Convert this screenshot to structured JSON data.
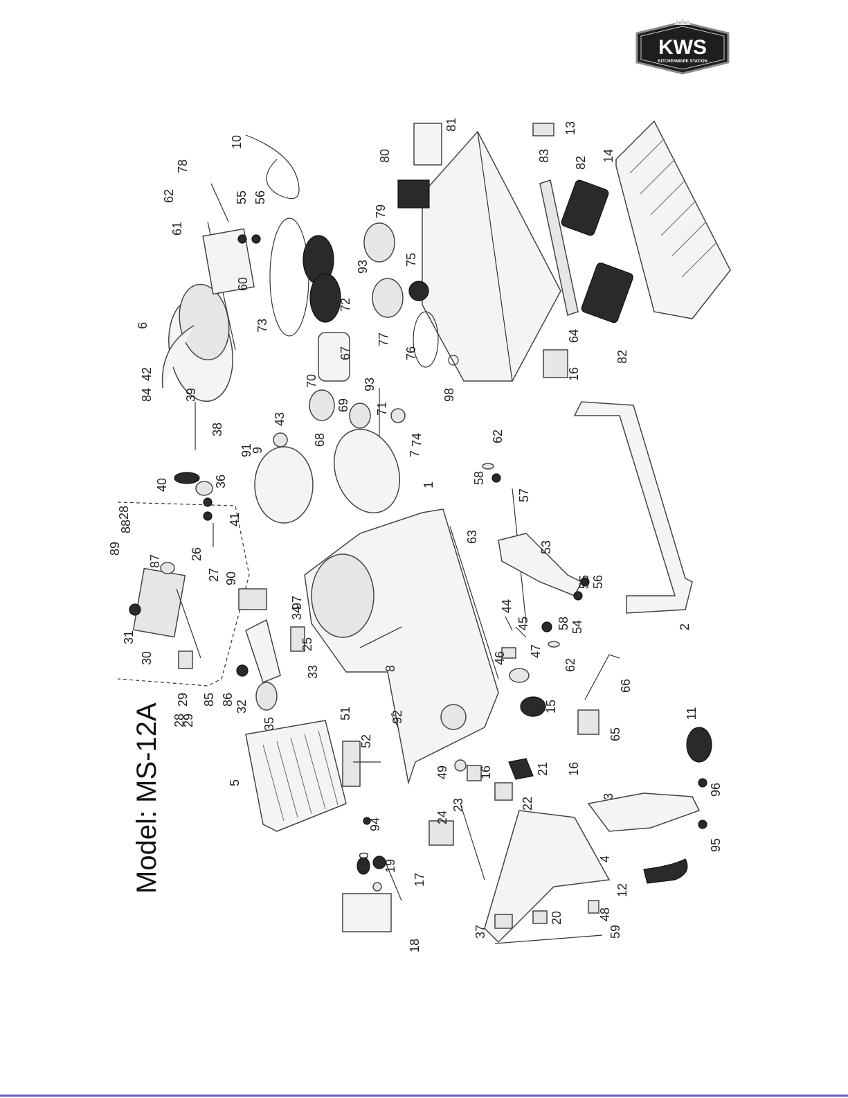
{
  "header": {
    "brand": "KWS",
    "brand_subtitle": "KITCHENWARE STATION",
    "model_title": "Model: MS-12A"
  },
  "diagram": {
    "part_callouts": [
      "1",
      "2",
      "3",
      "4",
      "5",
      "6",
      "7",
      "8",
      "9",
      "10",
      "11",
      "12",
      "13",
      "14",
      "15",
      "16",
      "16",
      "16",
      "17",
      "18",
      "19",
      "20",
      "21",
      "22",
      "23",
      "24",
      "25",
      "26",
      "27",
      "28",
      "28",
      "29",
      "29",
      "30",
      "31",
      "32",
      "33",
      "34",
      "35",
      "36",
      "37",
      "38",
      "39",
      "40",
      "41",
      "42",
      "43",
      "44",
      "45",
      "46",
      "47",
      "48",
      "49",
      "50",
      "51",
      "52",
      "53",
      "54",
      "55",
      "55",
      "56",
      "56",
      "57",
      "58",
      "58",
      "59",
      "60",
      "61",
      "62",
      "62",
      "62",
      "63",
      "64",
      "65",
      "66",
      "67",
      "68",
      "69",
      "70",
      "71",
      "72",
      "73",
      "74",
      "75",
      "76",
      "77",
      "78",
      "79",
      "80",
      "81",
      "82",
      "82",
      "83",
      "84",
      "85",
      "86",
      "87",
      "88",
      "89",
      "90",
      "91",
      "92",
      "93",
      "93",
      "94",
      "95",
      "96",
      "97",
      "98"
    ]
  },
  "colors": {
    "page_background": "#ffffff",
    "logo_background": "#1e1e1e",
    "line_art": "#333333",
    "footer_rule": "#6a5bc2"
  }
}
